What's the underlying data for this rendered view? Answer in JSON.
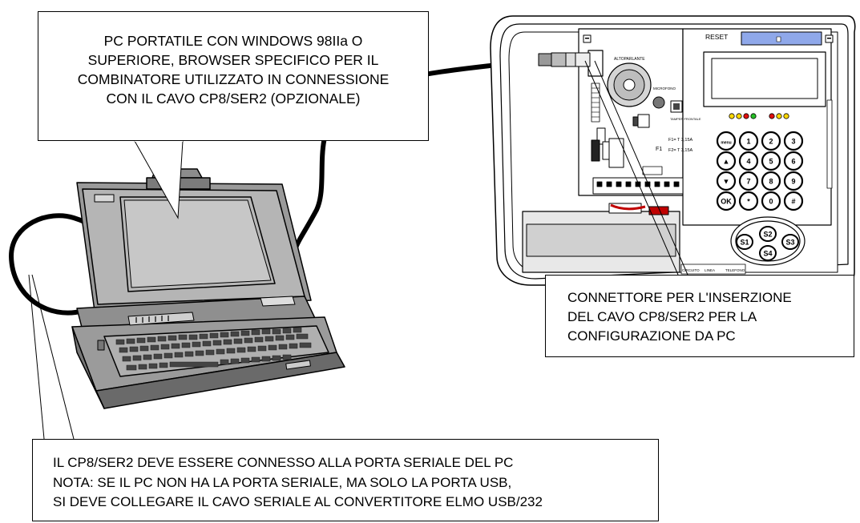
{
  "callouts": {
    "laptop": {
      "lines": [
        "PC PORTATILE CON WINDOWS 98IIa O",
        "SUPERIORE, BROWSER SPECIFICO PER IL",
        "COMBINATORE UTILIZZATO IN CONNESSIONE",
        "CON IL CAVO CP8/SER2 (OPZIONALE)"
      ]
    },
    "connector": {
      "lines": [
        "CONNETTORE PER L'INSERZIONE",
        "DEL CAVO CP8/SER2 PER LA",
        "CONFIGURAZIONE DA PC"
      ]
    },
    "cable": {
      "lines": [
        "IL CP8/SER2 DEVE ESSERE  CONNESSO ALLA PORTA  SERIALE DEL PC",
        "NOTA: SE IL PC NON HA LA PORTA SERIALE, MA SOLO LA PORTA USB,",
        "SI DEVE COLLEGARE IL CAVO SERIALE AL CONVERTITORE ELMO USB/232"
      ]
    }
  },
  "device": {
    "reset_label": "RESET",
    "speaker_label": "ALTOPARLANTE",
    "microphone_label": "MICROFONO",
    "tamper_label": "TAMPER FRONTALE",
    "fuse_label": "F1",
    "fuse1_text": "F1= T 3,15A",
    "fuse2_text": "F2= T 3,15A",
    "keypad_keys": [
      "menu",
      "1",
      "2",
      "3",
      "▲",
      "4",
      "5",
      "6",
      "▼",
      "7",
      "8",
      "9",
      "OK",
      "*",
      "0",
      "#"
    ],
    "nav_keys": [
      "S1",
      "S2",
      "S3",
      "S4"
    ],
    "terminal_labels": [
      "CIRCUITO",
      "LINEA",
      "TELEFONO"
    ]
  }
}
